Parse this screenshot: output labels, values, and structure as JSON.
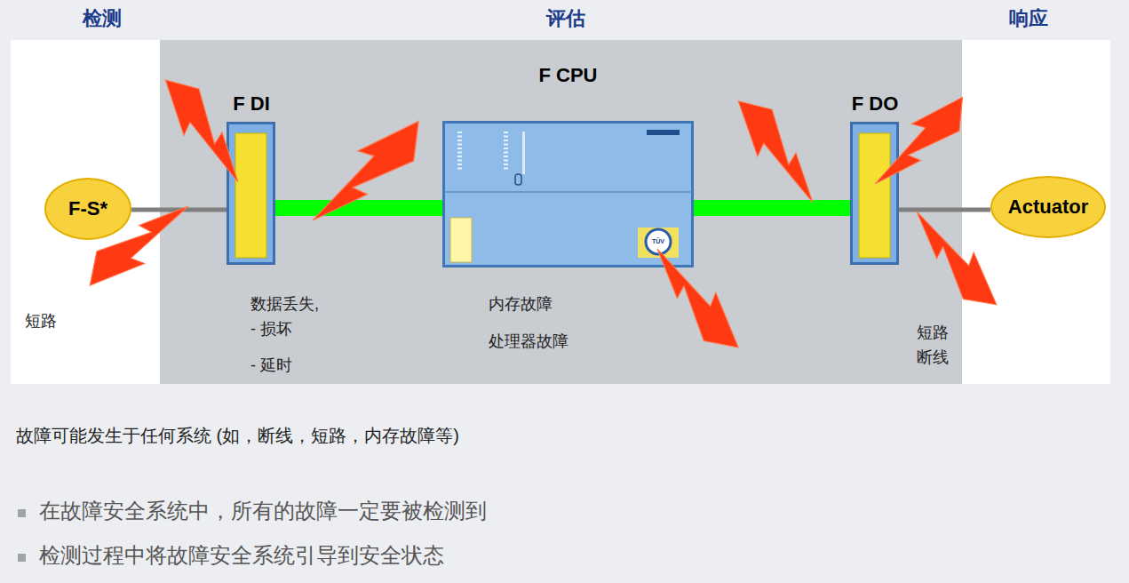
{
  "diagram": {
    "nodes": [
      {
        "text": [
          "F-S*"
        ]
      },
      {
        "text": [
          "F DI"
        ]
      },
      {
        "text": [
          "F CPU"
        ]
      },
      {
        "text": [
          "F DO"
        ]
      },
      {
        "text": [
          "Actuator"
        ]
      }
    ],
    "edges": [
      {
        "from": 0,
        "to": 1,
        "arrow": "none"
      },
      {
        "from": 1,
        "to": 2,
        "arrow": "none"
      },
      {
        "from": 2,
        "to": 3,
        "arrow": "none"
      },
      {
        "from": 3,
        "to": 4,
        "arrow": "none"
      }
    ],
    "labels": [
      "检测",
      "评估",
      "响应",
      "短路",
      "数据丢失,",
      "- 损坏",
      "- 延时",
      "内存故障",
      "处理器故障",
      "短路",
      "断线",
      "故障可能发生于任何系统 (如，断线，短路，内存故障等)",
      "在故障安全系统中，所有的故障一定要被检测到",
      "检测过程中将故障安全系统引导到安全状态",
      "TÜV"
    ]
  }
}
